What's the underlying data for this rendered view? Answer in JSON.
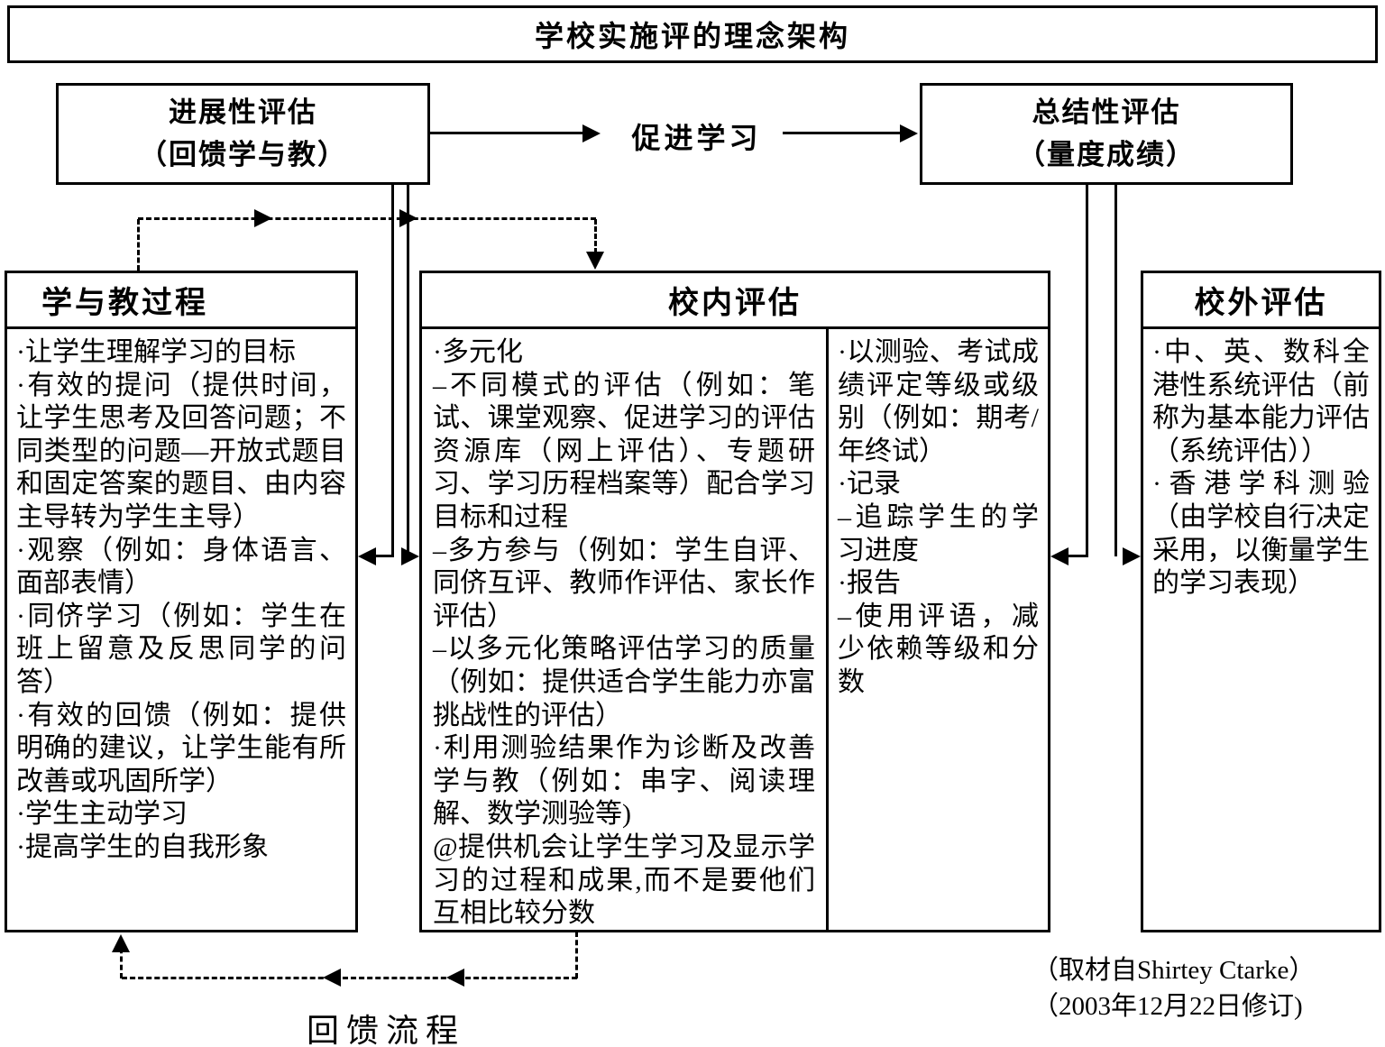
{
  "title": "学校实施评的理念架构",
  "flow": {
    "formative_line1": "进展性评估",
    "formative_line2": "（回馈学与教）",
    "arrow_label": "促进学习",
    "summative_line1": "总结性评估",
    "summative_line2": "（量度成绩）"
  },
  "process_box": {
    "header": "学与教过程",
    "items": [
      "·让学生理解学习的目标",
      "·有效的提问（提供时间，让学生思考及回答问题；不同类型的问题—开放式题目和固定答案的题目、由内容主导转为学生主导）",
      "·观察（例如：身体语言、面部表情）",
      "·同侪学习（例如：学生在班上留意及反思同学的问答）",
      "·有效的回馈（例如：提供明确的建议，让学生能有所改善或巩固所学）",
      "·学生主动学习",
      "·提高学生的自我形象"
    ]
  },
  "internal_box": {
    "header": "校内评估",
    "left_items": [
      "·多元化",
      "–不同模式的评估（例如：笔试、课堂观察、促进学习的评估资源库（网上评估）、专题研习、学习历程档案等）配合学习目标和过程",
      "–多方参与（例如：学生自评、同侪互评、教师作评估、家长作评估）",
      "–以多元化策略评估学习的质量（例如：提供适合学生能力亦富挑战性的评估）",
      "·利用测验结果作为诊断及改善学与教（例如：串字、阅读理解、数学测验等)",
      "@提供机会让学生学习及显示学习的过程和成果,而不是要他们互相比较分数"
    ],
    "right_items": [
      "·以测验、考试成绩评定等级或级别（例如：期考/年终试）",
      "·记录",
      "–追踪学生的学习进度",
      "·报告",
      "–使用评语，减少依赖等级和分数"
    ]
  },
  "external_box": {
    "header": "校外评估",
    "items": [
      "·中、英、数科全港性系统评估（前称为基本能力评估（系统评估））",
      "·香港学科测验（由学校自行决定采用，以衡量学生的学习表现）"
    ]
  },
  "feedback_label": "回馈流程",
  "source_line1": "（取材自Shirtey Ctarke）",
  "source_line2": "（2003年12月22日修订)"
}
